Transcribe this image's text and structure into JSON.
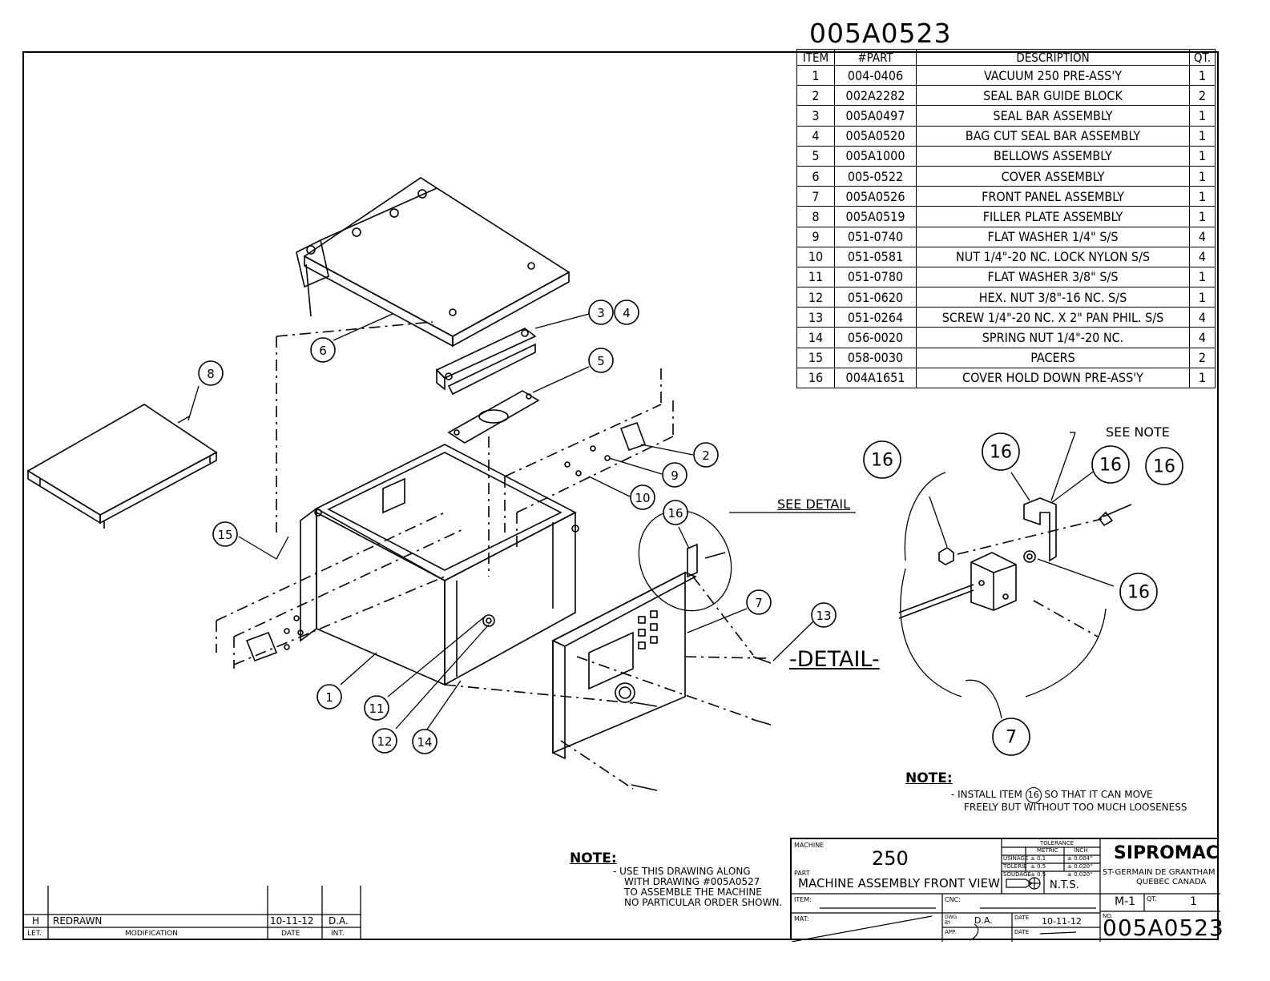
{
  "drawing_number": "005A0523",
  "bom": {
    "headers": [
      "ITEM",
      "#PART",
      "DESCRIPTION",
      "QT."
    ],
    "rows": [
      [
        "1",
        "004-0406",
        "VACUUM 250 PRE-ASS'Y",
        "1"
      ],
      [
        "2",
        "002A2282",
        "SEAL BAR GUIDE BLOCK",
        "2"
      ],
      [
        "3",
        "005A0497",
        "SEAL BAR ASSEMBLY",
        "1"
      ],
      [
        "4",
        "005A0520",
        "BAG CUT SEAL BAR ASSEMBLY",
        "1"
      ],
      [
        "5",
        "005A1000",
        "BELLOWS ASSEMBLY",
        "1"
      ],
      [
        "6",
        "005-0522",
        "COVER ASSEMBLY",
        "1"
      ],
      [
        "7",
        "005A0526",
        "FRONT PANEL ASSEMBLY",
        "1"
      ],
      [
        "8",
        "005A0519",
        "FILLER PLATE ASSEMBLY",
        "1"
      ],
      [
        "9",
        "051-0740",
        "FLAT WASHER 1/4\" S/S",
        "4"
      ],
      [
        "10",
        "051-0581",
        "NUT 1/4\"-20 NC. LOCK NYLON S/S",
        "4"
      ],
      [
        "11",
        "051-0780",
        "FLAT WASHER 3/8\" S/S",
        "1"
      ],
      [
        "12",
        "051-0620",
        "HEX. NUT 3/8\"-16 NC. S/S",
        "1"
      ],
      [
        "13",
        "051-0264",
        "SCREW 1/4\"-20 NC. X 2\" PAN PHIL. S/S",
        "4"
      ],
      [
        "14",
        "056-0020",
        "SPRING NUT 1/4\"-20 NC.",
        "4"
      ],
      [
        "15",
        "058-0030",
        "PACERS",
        "2"
      ],
      [
        "16",
        "004A1651",
        "COVER HOLD DOWN PRE-ASS'Y",
        "1"
      ]
    ]
  },
  "callouts": {
    "c1": "1",
    "c2": "2",
    "c3": "3",
    "c4": "4",
    "c5": "5",
    "c6": "6",
    "c7": "7",
    "c8": "8",
    "c9": "9",
    "c10": "10",
    "c11": "11",
    "c12": "12",
    "c13": "13",
    "c14": "14",
    "c15": "15",
    "c16": "16",
    "c16b": "16",
    "c16c": "16",
    "c16d": "16",
    "c16e": "16",
    "c16f": "16",
    "c7b": "7"
  },
  "labels": {
    "see_detail": "SEE DETAIL",
    "see_note": "SEE NOTE",
    "detail": "-DETAIL-"
  },
  "note_right": {
    "heading": "NOTE:",
    "line1_a": "- INSTALL ITEM",
    "line1_item": "16",
    "line1_b": "SO THAT IT CAN MOVE",
    "line2": "FREELY BUT WITHOUT TOO MUCH LOOSENESS"
  },
  "note_bottom": {
    "heading": "NOTE:",
    "line1": "- USE THIS DRAWING ALONG",
    "line2": "WITH DRAWING #005A0527",
    "line3": "TO ASSEMBLE THE MACHINE",
    "line4": "NO PARTICULAR ORDER SHOWN."
  },
  "modifications": {
    "row": {
      "let": "H",
      "mod": "REDRAWN",
      "date": "10-11-12",
      "int": "D.A."
    },
    "headers": {
      "let": "LET.",
      "mod": "MODIFICATION",
      "date": "DATE",
      "int": "INT."
    }
  },
  "title_block": {
    "machine_label": "MACHINE",
    "machine": "250",
    "part_label": "PART",
    "part": "MACHINE ASSEMBLY FRONT VIEW",
    "tolerance_label": "TOLERANCE",
    "metric_label": "METRIC",
    "inch_label": "INCH",
    "usinage": "USINAGE",
    "usinage_m": "± 0.1",
    "usinage_i": "± 0.004\"",
    "tolerie": "TOLERIE",
    "tolerie_m": "± 0.5",
    "tolerie_i": "± 0.020\"",
    "soudage": "SOUDAGE",
    "soudage_m": "± 0.5",
    "soudage_i": "± 0.020\"",
    "scale": "N.T.S.",
    "company": "SIPROMAC",
    "address1": "ST-GERMAIN DE GRANTHAM",
    "address2": "QUEBEC CANADA",
    "item_label": "ITEM:",
    "cnc_label": "CNC:",
    "mat_label": "MAT:",
    "sheet": "M-1",
    "qt_label": "QT.",
    "qt": "1",
    "dwg_by_label": "DWG BY",
    "dwg_by": "D.A.",
    "app_label": "APP.",
    "date_label": "DATE",
    "date": "10-11-12",
    "no_label": "NO.",
    "number": "005A0523"
  }
}
